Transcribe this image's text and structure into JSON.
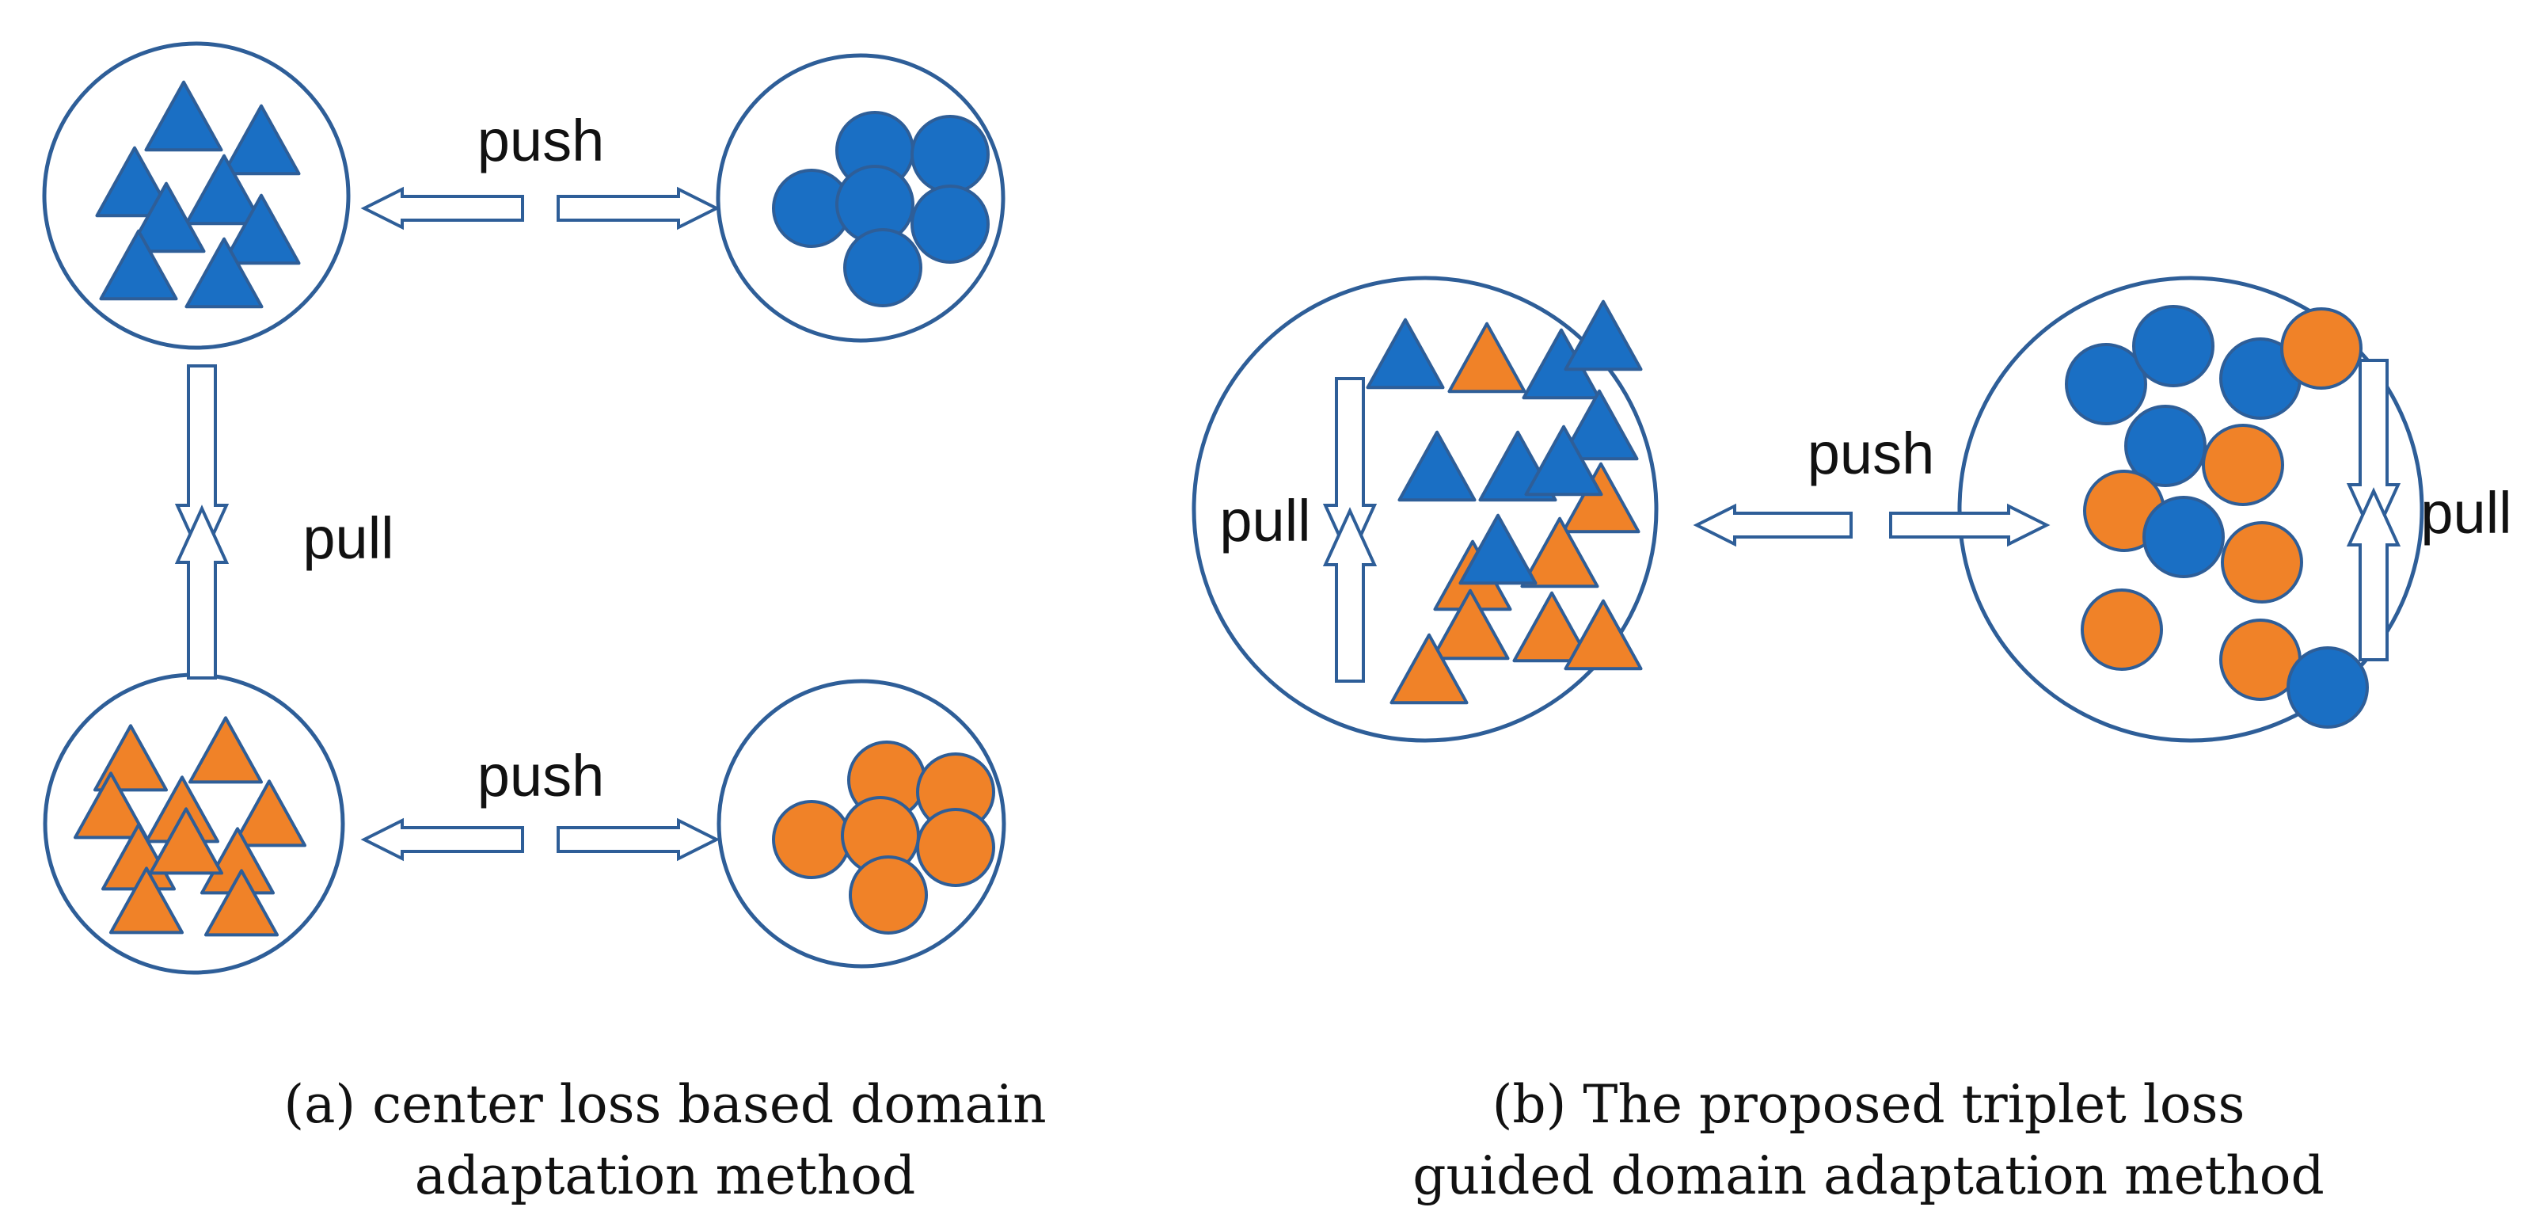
{
  "diagram": {
    "colors": {
      "outline": "#2E5E98",
      "blue": "#1A6FC4",
      "orange": "#F08228",
      "arrow_fill": "#FFFFFF"
    },
    "panel_a": {
      "top_push_label": "push",
      "pull_label": "pull",
      "bottom_push_label": "push",
      "caption_line1": "(a) center loss based domain",
      "caption_line2": "adaptation method"
    },
    "panel_b": {
      "push_label": "push",
      "left_pull_label": "pull",
      "right_pull_label": "pull",
      "caption_line1": "(b) The proposed triplet loss",
      "caption_line2": "guided domain adaptation method"
    }
  }
}
